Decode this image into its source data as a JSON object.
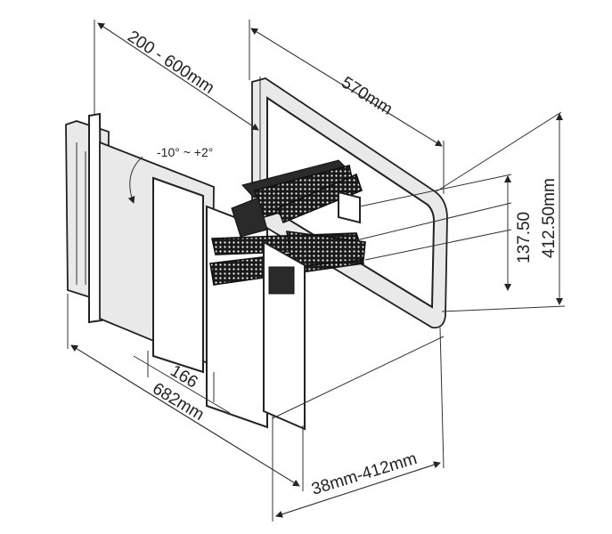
{
  "dimensions": {
    "vesa_range": "200 - 600mm",
    "plate_width": "570mm",
    "plate_height": "412.50mm",
    "mid_height": "137.50",
    "tilt": "-10° ~ +2°",
    "bracket_depth": "166",
    "wall_width": "682mm",
    "extension": "38mm-412mm"
  },
  "colors": {
    "line": "#222222",
    "frame_fill": "#e9e9e9",
    "arm_fill": "#2a2a2a"
  }
}
